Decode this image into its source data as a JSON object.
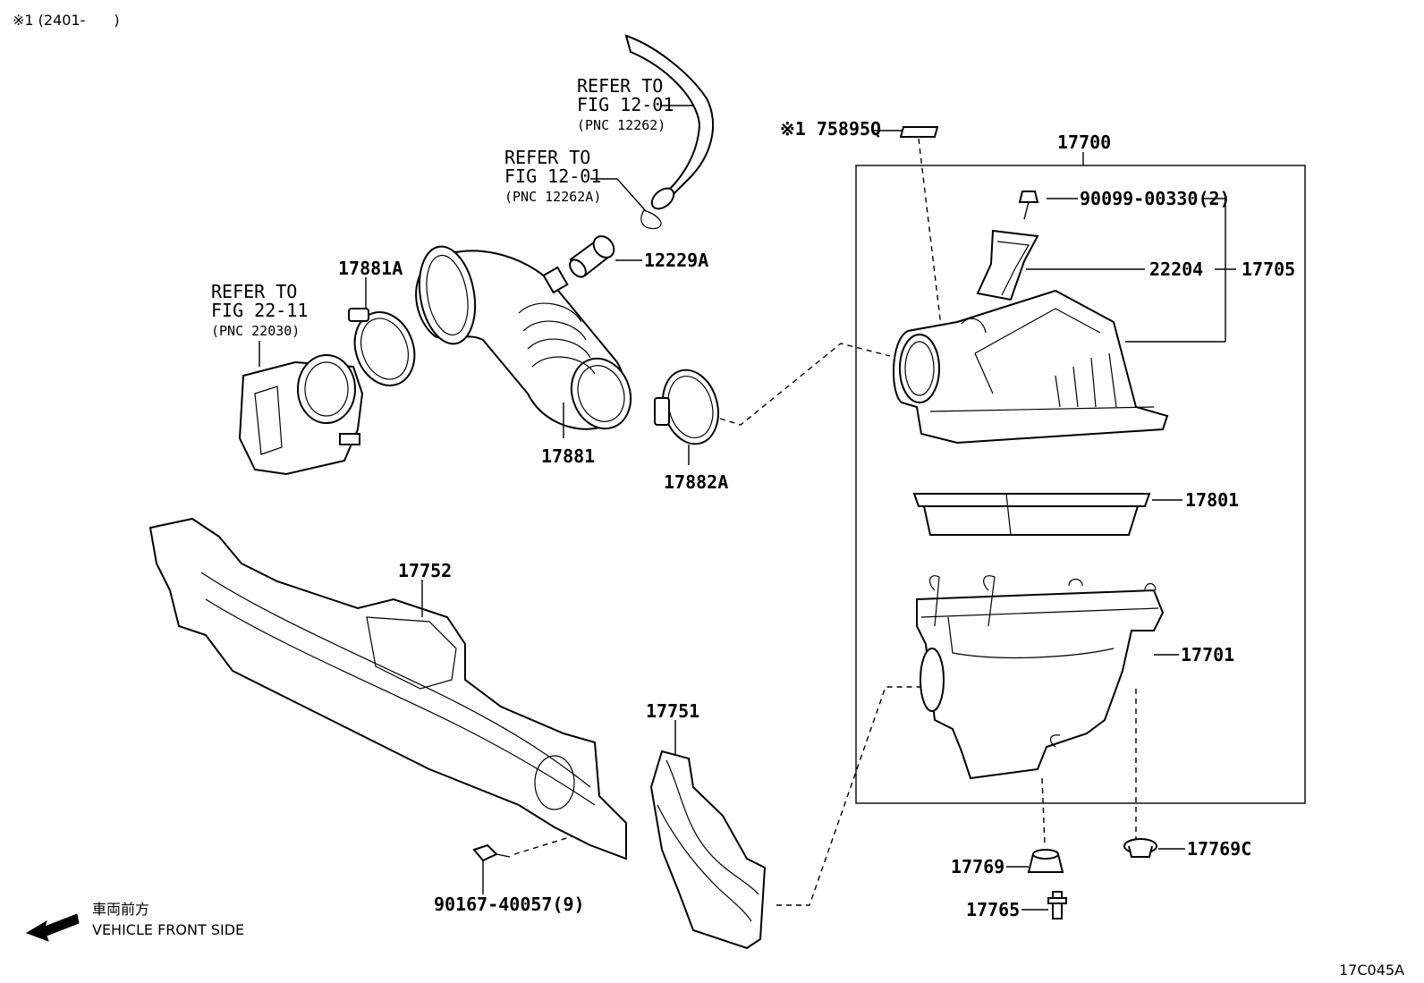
{
  "header": {
    "note": "※1 (2401-　　)"
  },
  "footer": {
    "code": "17C045A"
  },
  "direction": {
    "jp": "車両前方",
    "en": "VEHICLE FRONT SIDE"
  },
  "refs": [
    {
      "l1": "REFER TO",
      "l2": "FIG 12-01",
      "l3": "(PNC 12262)"
    },
    {
      "l1": "REFER TO",
      "l2": "FIG 12-01",
      "l3": "(PNC 12262A)"
    },
    {
      "l1": "REFER TO",
      "l2": "FIG 22-11",
      "l3": "(PNC 22030)"
    }
  ],
  "parts": {
    "p17700": "17700",
    "p75895q": "※1 75895Q",
    "p90099": "90099-00330(2)",
    "p22204": "22204",
    "p17705": "17705",
    "p12229a": "12229A",
    "p17881a": "17881A",
    "p17881": "17881",
    "p17882a": "17882A",
    "p17801": "17801",
    "p17701": "17701",
    "p17752": "17752",
    "p17751": "17751",
    "p17769": "17769",
    "p17769c": "17769C",
    "p17765": "17765",
    "p90167": "90167-40057(9)"
  }
}
